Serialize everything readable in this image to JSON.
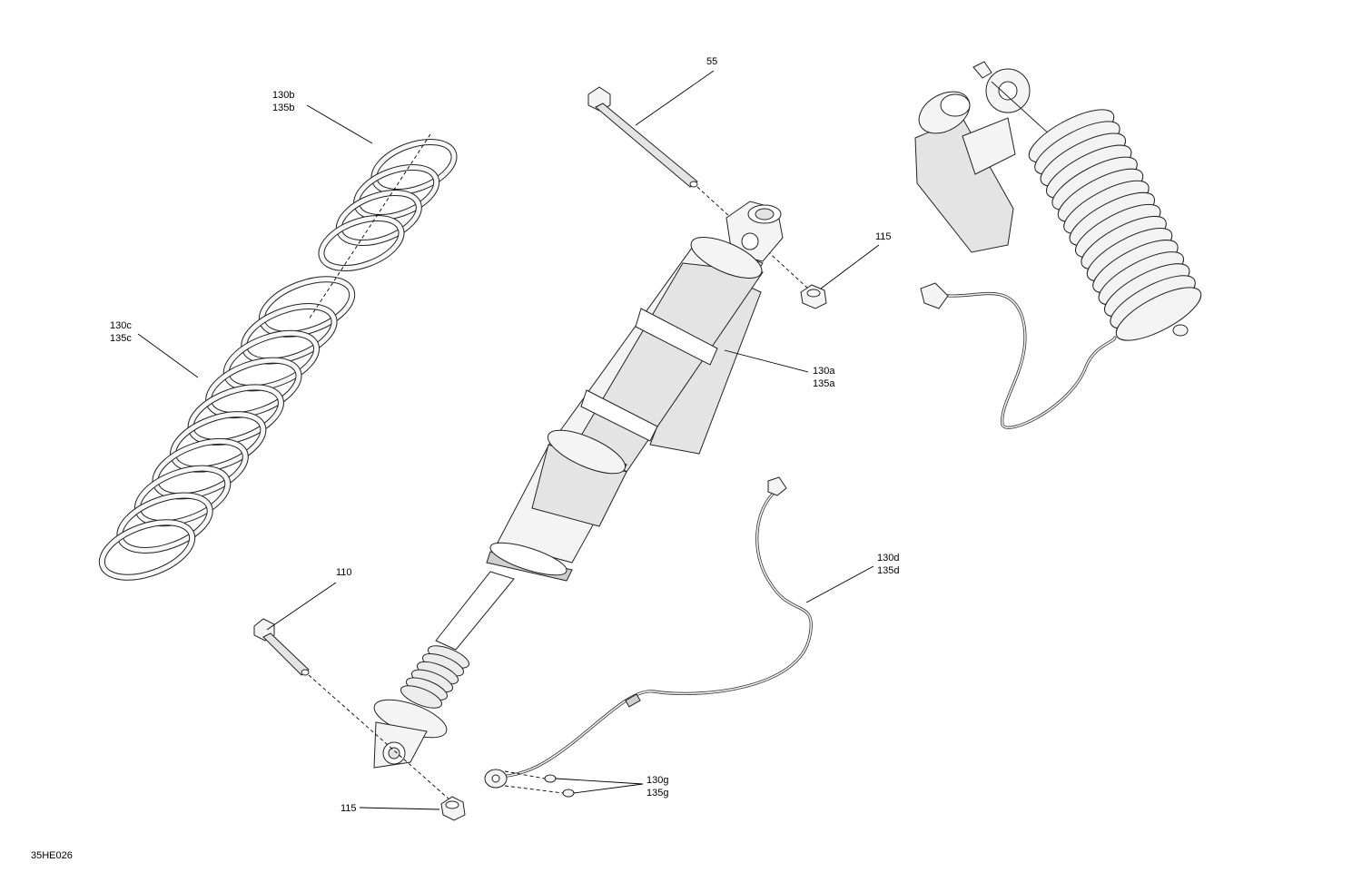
{
  "callouts": [
    {
      "id": "55",
      "lines": [
        "55"
      ]
    },
    {
      "id": "130b",
      "lines": [
        "130b",
        "135b"
      ]
    },
    {
      "id": "130c",
      "lines": [
        "130c",
        "135c"
      ]
    },
    {
      "id": "115-top",
      "lines": [
        "115"
      ]
    },
    {
      "id": "130a",
      "lines": [
        "130a",
        "135a"
      ]
    },
    {
      "id": "110",
      "lines": [
        "110"
      ]
    },
    {
      "id": "130d",
      "lines": [
        "130d",
        "135d"
      ]
    },
    {
      "id": "130g",
      "lines": [
        "130g",
        "135g"
      ]
    },
    {
      "id": "115-bottom",
      "lines": [
        "115"
      ]
    }
  ],
  "figure_code": "35HE026"
}
